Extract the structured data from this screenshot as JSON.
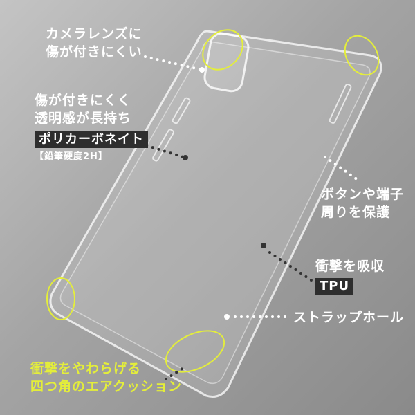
{
  "callouts": {
    "camera": {
      "line1": "カメラレンズに",
      "line2": "傷が付きにくい"
    },
    "back": {
      "line1": "傷が付きにくく",
      "line2": "透明感が長持ち",
      "material": "ポリカーボネイト",
      "hardness": "【鉛筆硬度2H】"
    },
    "buttons": {
      "line1": "ボタンや端子",
      "line2": "周りを保護"
    },
    "frame": {
      "line1": "衝撃を吸収",
      "material": "TPU"
    },
    "strap": {
      "line1": "ストラップホール"
    },
    "corners": {
      "line1": "衝撃をやわらげる",
      "line2": "四つ角のエアクッション"
    }
  },
  "colors": {
    "highlight": "#e4ee3a",
    "tag_bg": "#2e2e2e",
    "text": "#ffffff"
  }
}
